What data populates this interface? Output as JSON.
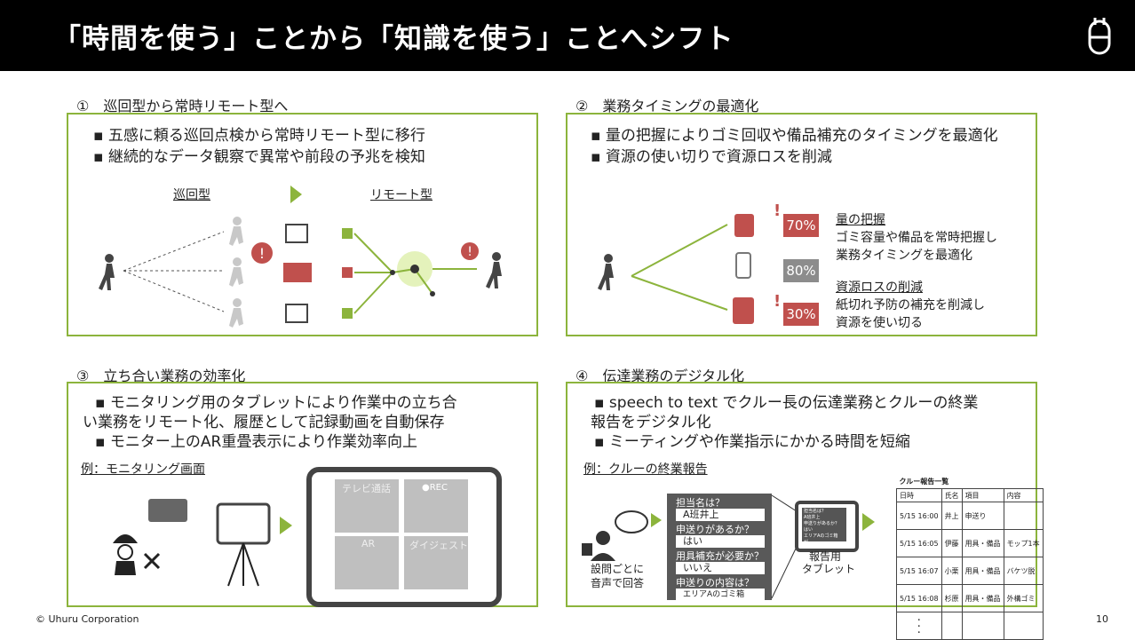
{
  "header": {
    "title": "「時間を使う」ことから「知識を使う」ことへシフト",
    "logo_icon": "uhuru-logo-icon"
  },
  "colors": {
    "accent_green": "#8cb43c",
    "alert_red": "#c0504d",
    "dark": "#000000"
  },
  "sections": {
    "s1": {
      "title": "①　巡回型から常時リモート型へ",
      "bullets": [
        "▪ 五感に頼る巡回点検から常時リモート型に移行",
        "▪ 継続的なデータ観察で異常や前段の予兆を検知"
      ],
      "left_label": "巡回型",
      "right_label": "リモート型"
    },
    "s2": {
      "title": "②　業務タイミングの最適化",
      "bullets": [
        "▪ 量の把握によりゴミ回収や備品補充のタイミングを最適化",
        "▪ 資源の使い切りで資源ロスを削減"
      ],
      "levels": [
        "70%",
        "80%",
        "30%"
      ],
      "note1_title": "量の把握",
      "note1_lines": [
        "ゴミ容量や備品を常時把握し",
        "業務タイミングを最適化"
      ],
      "note2_title": "資源ロスの削減",
      "note2_lines": [
        "紙切れ予防の補充を削減し",
        "資源を使い切る"
      ]
    },
    "s3": {
      "title": "③　立ち合い業務の効率化",
      "bullets": [
        "▪ モニタリング用のタブレットにより作業中の立ち合",
        "い業務をリモート化、履歴として記録動画を自動保存",
        "▪ モニター上のAR重畳表示により作業効率向上"
      ],
      "example_label": "例：モニタリング画面",
      "tiles": [
        "テレビ通話",
        "●REC",
        "AR",
        "ダイジェスト"
      ]
    },
    "s4": {
      "title": "④　伝達業務のデジタル化",
      "bullets": [
        "▪ speech to text でクルー長の伝達業務とクルーの終業",
        "報告をデジタル化",
        "▪ ミーティングや作業指示にかかる時間を短縮"
      ],
      "example_label": "例：クルーの終業報告",
      "speaker_caption": [
        "設問ごとに",
        "音声で回答"
      ],
      "qa": [
        {
          "q": "担当名は？",
          "a": "A班井上"
        },
        {
          "q": "申送りがあるか？",
          "a": "はい"
        },
        {
          "q": "用具補充が必要か？",
          "a": "いいえ"
        },
        {
          "q": "申送りの内容は？",
          "a": "エリアAのゴミ箱"
        }
      ],
      "tablet_caption": [
        "報告用",
        "タブレット"
      ],
      "tablet_screen": [
        "担当名は？",
        "A班井上",
        "申送りがあるか？",
        "はい",
        "エリアAのゴミ箱が…"
      ],
      "report": {
        "title": "クルー報告一覧",
        "headers": [
          "日時",
          "氏名",
          "項目",
          "内容"
        ],
        "rows": [
          [
            "5/15 16:00",
            "井上",
            "申送り",
            ""
          ],
          [
            "5/15 16:05",
            "伊藤",
            "用具・備品",
            "モップ1本"
          ],
          [
            "5/15 16:07",
            "小栗",
            "用具・備品",
            "バケツ脱"
          ],
          [
            "5/15 16:08",
            "杉原",
            "用具・備品",
            "外構ゴミ"
          ]
        ],
        "ellipsis": "・\n・\n・"
      }
    }
  },
  "footer": {
    "copyright": "© Uhuru Corporation",
    "page": "10"
  }
}
